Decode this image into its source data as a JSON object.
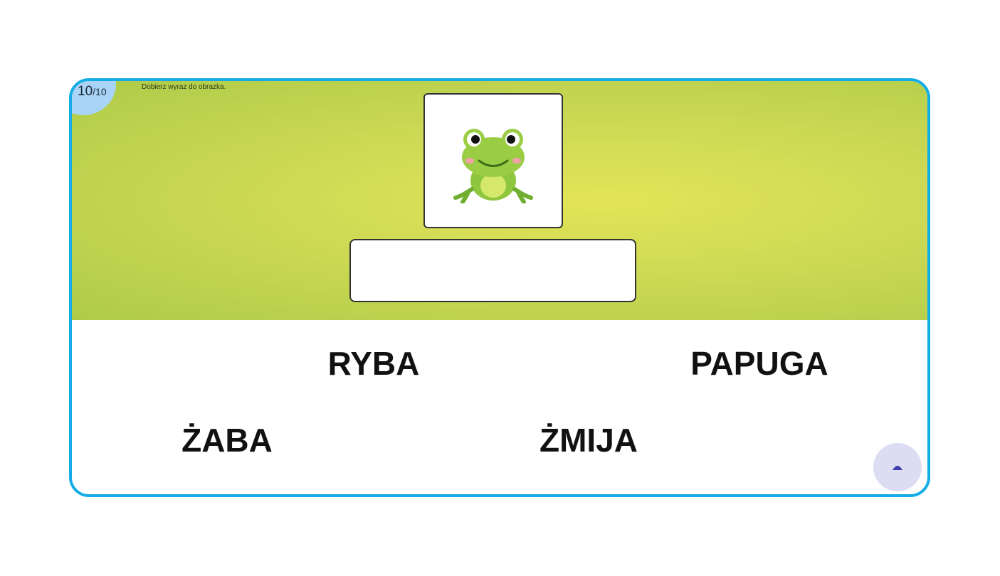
{
  "progress": {
    "current": "10",
    "total": "/10"
  },
  "instruction": "Dobierz wyraz do obrazka.",
  "picture": {
    "icon": "frog-icon"
  },
  "answer_value": "",
  "words": [
    "RYBA",
    "PAPUGA",
    "ŻABA",
    "ŻMIJA"
  ],
  "colors": {
    "frame": "#12ade6",
    "counter": "#a9d4f7",
    "fab": "#dcdcf3",
    "fab_icon": "#3f3fb0"
  }
}
